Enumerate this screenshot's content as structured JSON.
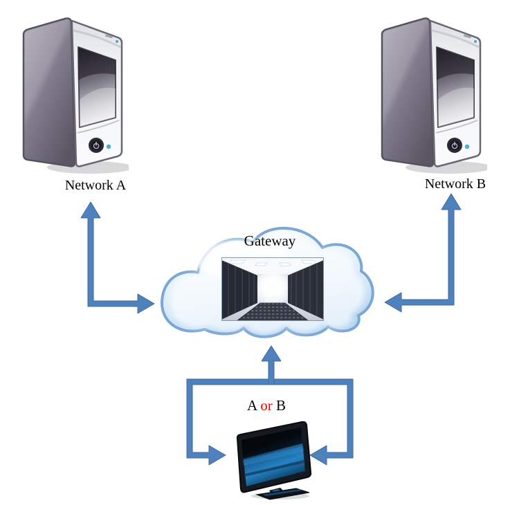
{
  "diagram": {
    "background": "#ffffff",
    "nodes": {
      "server_a": {
        "label": "Network A"
      },
      "server_b": {
        "label": "Network B"
      },
      "gateway": {
        "label": "Gateway"
      },
      "client": {
        "word_a": "A",
        "word_or": "or",
        "word_b": "B"
      }
    },
    "colors": {
      "connector_fill": "#4f81bd",
      "connector_edge": "#3e67a1",
      "or_text_red": "#ff0000",
      "label_text": "#000000",
      "cloud_stroke": "#7aa7d6",
      "cloud_fill_deep": "#bcd9f3"
    },
    "icons": {
      "server_a": "server-tower-icon",
      "server_b": "server-tower-icon",
      "gateway": "cloud-icon",
      "gateway_photo": "datacenter-photo",
      "client": "monitor-icon"
    }
  }
}
